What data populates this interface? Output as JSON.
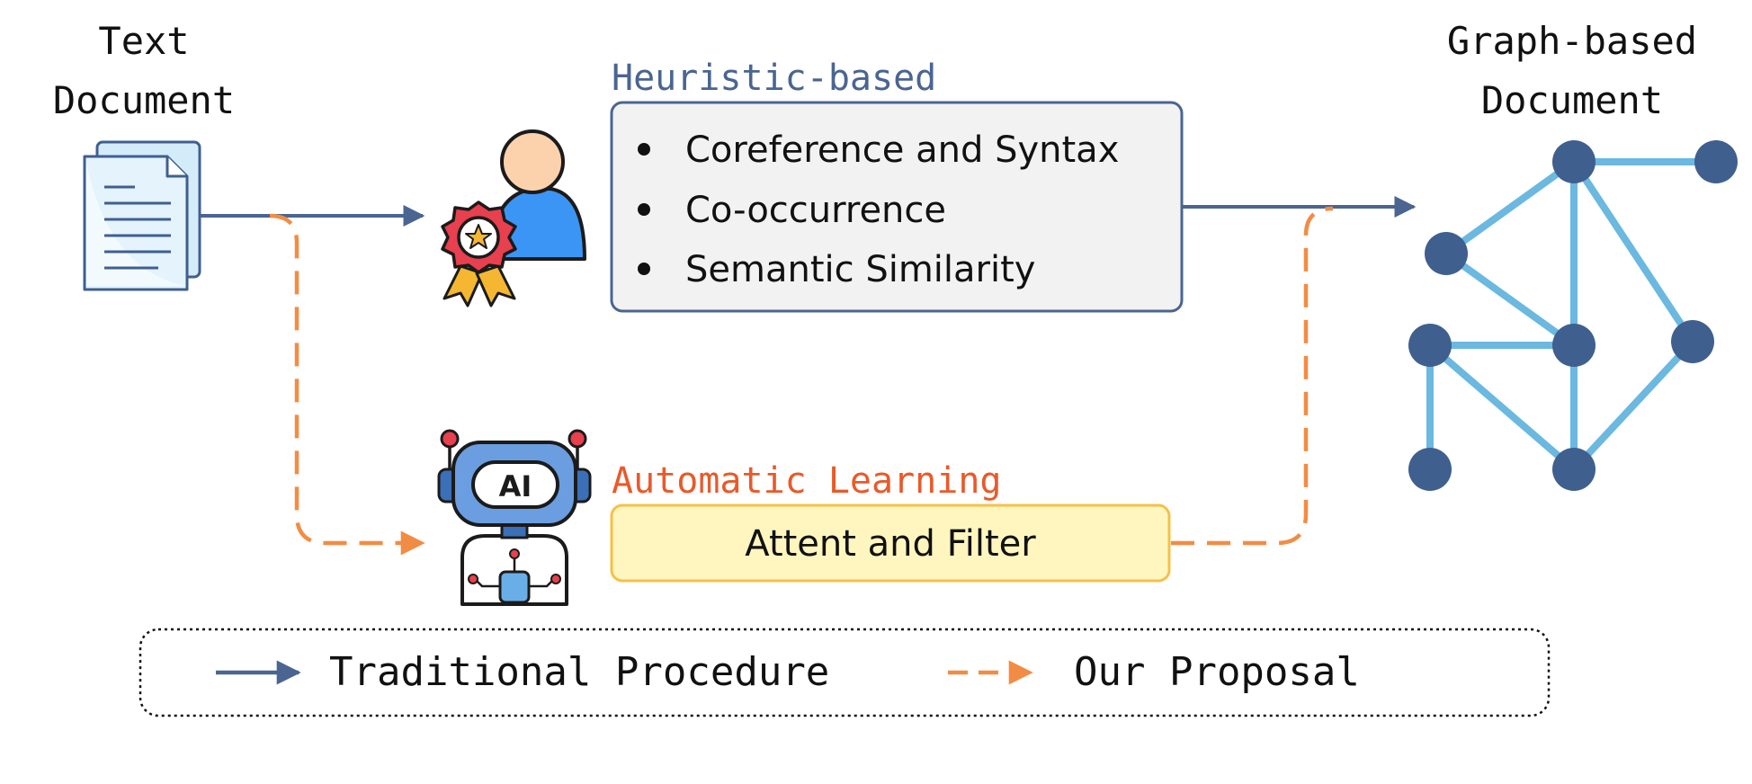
{
  "source": {
    "title_line1": "Text",
    "title_line2": "Document",
    "icon": "document-icon"
  },
  "target": {
    "title_line1": "Graph-based",
    "title_line2": "Document",
    "icon": "graph-icon"
  },
  "heuristic": {
    "heading": "Heuristic-based",
    "icon": "expert-badge-icon",
    "items": [
      "Coreference and Syntax",
      "Co-occurrence",
      "Semantic Similarity"
    ]
  },
  "automatic": {
    "heading": "Automatic Learning",
    "icon": "ai-robot-icon",
    "robot_label": "AI",
    "box_text": "Attent and Filter"
  },
  "legend": {
    "traditional_label": "Traditional Procedure",
    "proposal_label": "Our Proposal"
  },
  "colors": {
    "traditional": "#4a6591",
    "proposal": "#f28c44",
    "heuristic_heading": "#4a6591",
    "automatic_heading": "#e85a2a",
    "heuristic_box_fill": "#f2f2f2",
    "automatic_box_fill": "#fff6bf",
    "automatic_box_border": "#f5c04a",
    "graph_node": "#3f5f8f",
    "graph_edge": "#6bb8e0"
  }
}
